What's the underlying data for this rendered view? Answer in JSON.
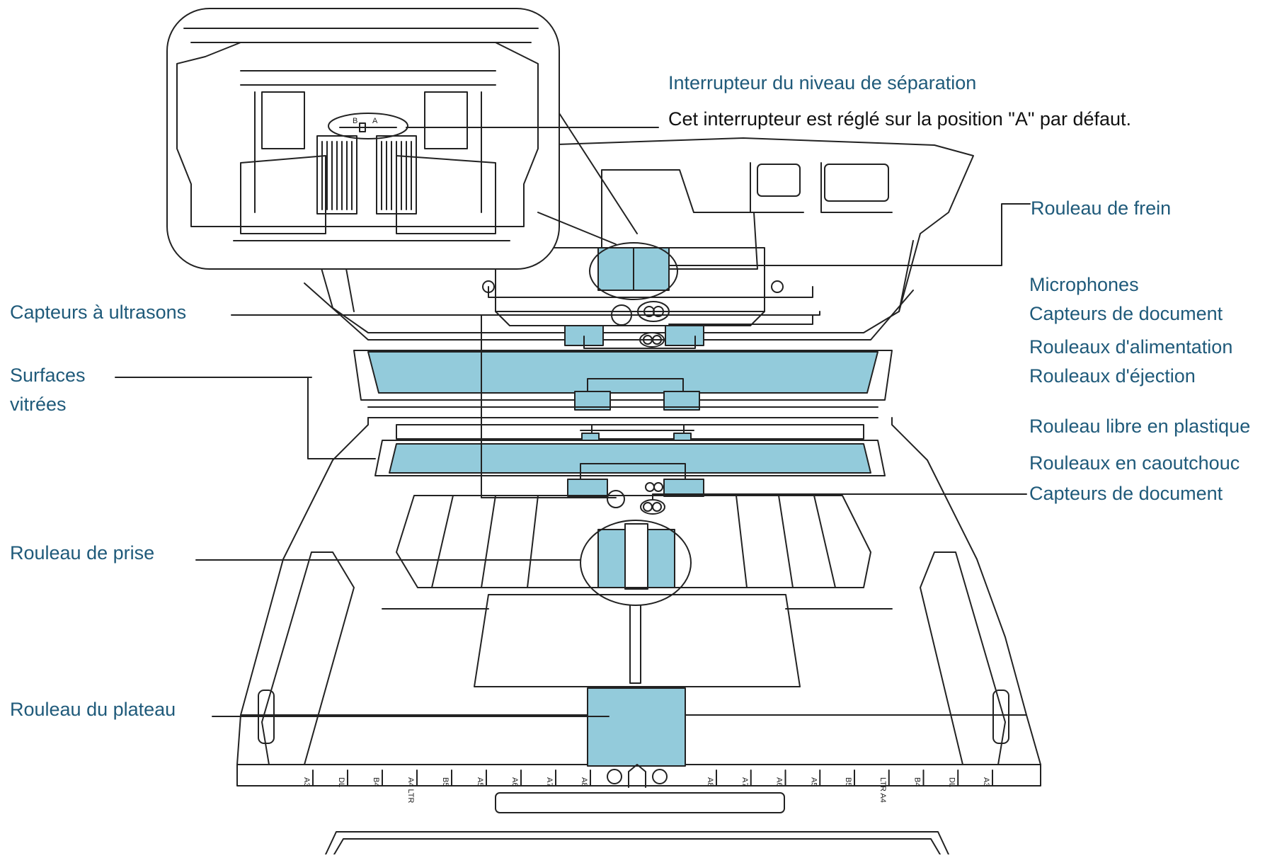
{
  "colors": {
    "label": "#1f5a7a",
    "note": "#111111",
    "part_fill": "#93cbdb",
    "line": "#222222"
  },
  "labels": {
    "separation_switch": "Interrupteur du niveau de séparation",
    "separation_note": "Cet interrupteur est réglé sur la position \"A\" par défaut.",
    "brake_roller": "Rouleau de frein",
    "microphones": "Microphones",
    "ultrasonic_sensors": "Capteurs à ultrasons",
    "document_sensors_top": "Capteurs de document",
    "feed_rollers": "Rouleaux d'alimentation",
    "glass_surfaces_line1": "Surfaces",
    "glass_surfaces_line2": "vitrées",
    "eject_rollers": "Rouleaux d'éjection",
    "plastic_idler": "Rouleau libre en plastique",
    "rubber_rollers": "Rouleaux en caoutchouc",
    "document_sensors_bottom": "Capteurs de document",
    "pick_roller": "Rouleau de prise",
    "tray_roller": "Rouleau du plateau"
  },
  "inset_switch": {
    "positions": [
      "B",
      "A"
    ]
  },
  "paper_guides_left": [
    "A3",
    "DL",
    "B4",
    "A4 LTR",
    "B5",
    "A5",
    "A6",
    "A7",
    "A8"
  ],
  "paper_guides_right": [
    "A8",
    "A7",
    "A6",
    "A5",
    "B5",
    "LTR A4",
    "B4",
    "DL",
    "A3"
  ]
}
